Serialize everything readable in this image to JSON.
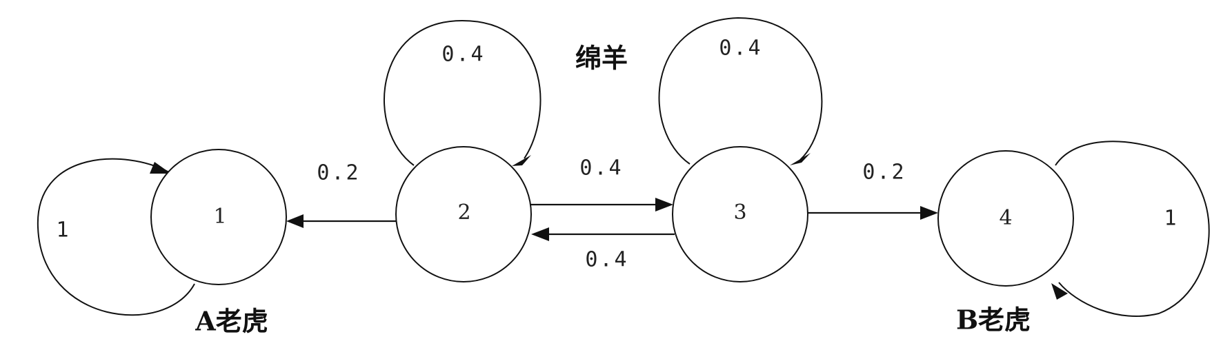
{
  "diagram": {
    "nodes": [
      {
        "id": "n1",
        "label": "1"
      },
      {
        "id": "n2",
        "label": "2"
      },
      {
        "id": "n3",
        "label": "3"
      },
      {
        "id": "n4",
        "label": "4"
      }
    ],
    "edges": [
      {
        "from": "2",
        "to": "1",
        "label": "0.2"
      },
      {
        "from": "2",
        "to": "3",
        "label": "0.4"
      },
      {
        "from": "3",
        "to": "2",
        "label": "0.4"
      },
      {
        "from": "3",
        "to": "4",
        "label": "0.2"
      }
    ],
    "self_loops": [
      {
        "node": "1",
        "label": "1"
      },
      {
        "node": "2",
        "label": "0.4"
      },
      {
        "node": "3",
        "label": "0.4"
      },
      {
        "node": "4",
        "label": "1"
      }
    ],
    "groups": {
      "tiger_a": "A老虎",
      "sheep": "绵羊",
      "tiger_b": "B老虎"
    }
  }
}
